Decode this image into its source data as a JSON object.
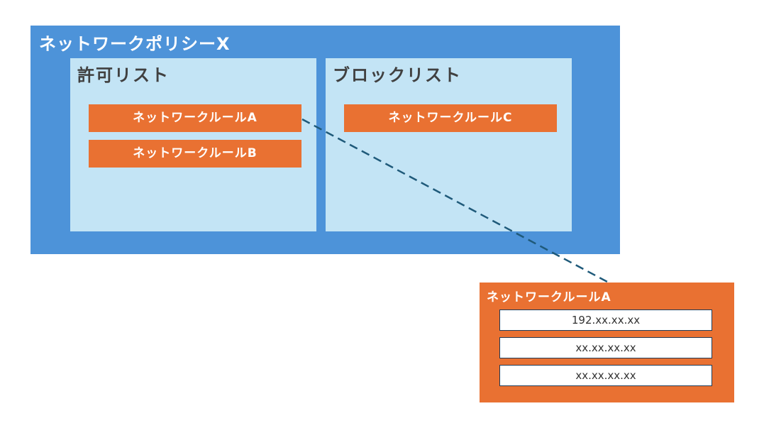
{
  "policy": {
    "title": "ネットワークポリシーX",
    "allow_list": {
      "title": "許可リスト",
      "rules": [
        "ネットワークルールA",
        "ネットワークルールB"
      ]
    },
    "block_list": {
      "title": "ブロックリスト",
      "rules": [
        "ネットワークルールC"
      ]
    }
  },
  "rule_detail": {
    "title": "ネットワークルールA",
    "entries": [
      "192.xx.xx.xx",
      "xx.xx.xx.xx",
      "xx.xx.xx.xx"
    ]
  },
  "colors": {
    "policy_bg": "#4d93d9",
    "list_bg": "#c3e4f5",
    "rule_bg": "#e97132",
    "connector": "#1f5a7a"
  }
}
